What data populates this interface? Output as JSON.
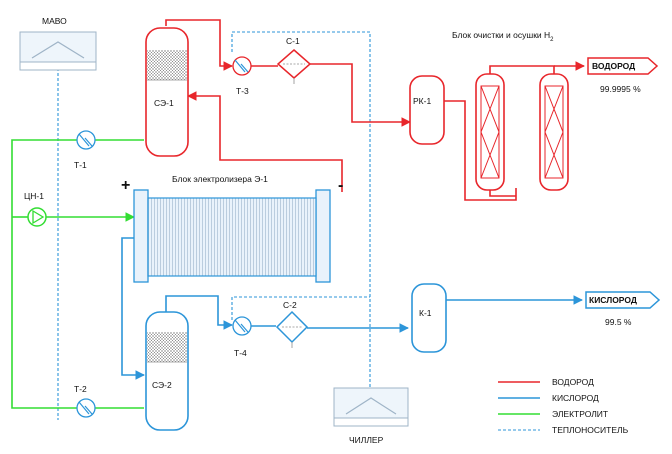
{
  "colors": {
    "hydrogen": "#e8262b",
    "oxygen": "#2c95d9",
    "electrolyte": "#33dd33",
    "coolant": "#2c95d9",
    "vessel_fill": "#ffffff",
    "stack_fill": "#e7f1fa"
  },
  "labels": {
    "mavo": "МАВО",
    "chiller": "ЧИЛЛЕР",
    "se1": "СЭ-1",
    "se2": "СЭ-2",
    "t1": "Т-1",
    "t2": "Т-2",
    "t3": "Т-3",
    "t4": "Т-4",
    "c1": "С-1",
    "c2": "С-2",
    "cn1": "ЦН-1",
    "rk1": "РК-1",
    "k1": "К-1",
    "electrolyzer": "Блок электролизера Э-1",
    "plus": "+",
    "minus": "-",
    "purification": "Блок очистки и осушки H",
    "purification_sub": "2",
    "hydrogen_out": "ВОДОРОД",
    "hydrogen_purity": "99.9995 %",
    "oxygen_out": "КИСЛОРОД",
    "oxygen_purity": "99.5 %"
  },
  "legend": [
    {
      "label": "ВОДОРОД",
      "style": "hydrogen"
    },
    {
      "label": "КИСЛОРОД",
      "style": "oxygen"
    },
    {
      "label": "ЭЛЕКТРОЛИТ",
      "style": "electrolyte"
    },
    {
      "label": "ТЕПЛОНОСИТЕЛЬ",
      "style": "coolant-dashed"
    }
  ],
  "icons": {
    "heat_exchanger": "heat-exchanger-icon",
    "filter": "filter-icon",
    "pump": "pump-icon",
    "cooler": "air-cooler-icon"
  }
}
